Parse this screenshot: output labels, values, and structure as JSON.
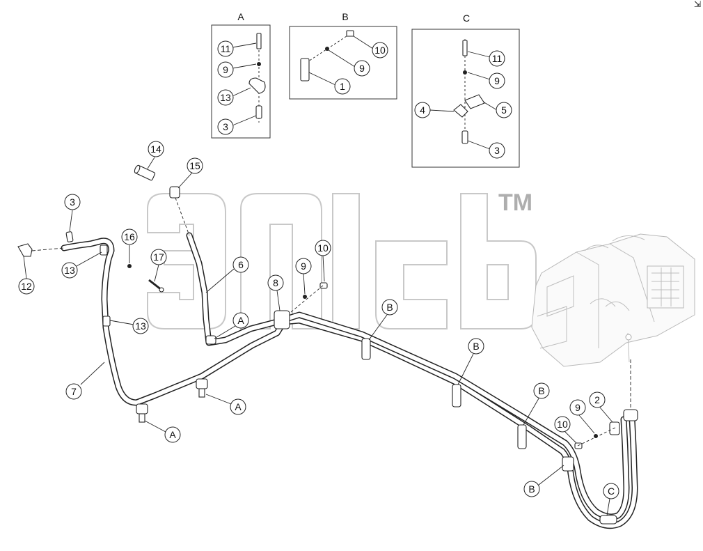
{
  "watermark": {
    "trademark": "TM"
  },
  "corner_mark": "⇲",
  "details": [
    {
      "id": "A",
      "title": "A",
      "callouts": [
        "11",
        "9",
        "13",
        "3"
      ]
    },
    {
      "id": "B",
      "title": "B",
      "callouts": [
        "10",
        "9",
        "1"
      ]
    },
    {
      "id": "C",
      "title": "C",
      "callouts": [
        "11",
        "9",
        "4",
        "5",
        "3"
      ]
    }
  ],
  "main_callouts": [
    "14",
    "15",
    "3",
    "16",
    "12",
    "13",
    "17",
    "6",
    "10",
    "9",
    "8",
    "13",
    "7",
    "A",
    "A",
    "A",
    "B",
    "B",
    "B",
    "B",
    "9",
    "2",
    "10",
    "C"
  ]
}
